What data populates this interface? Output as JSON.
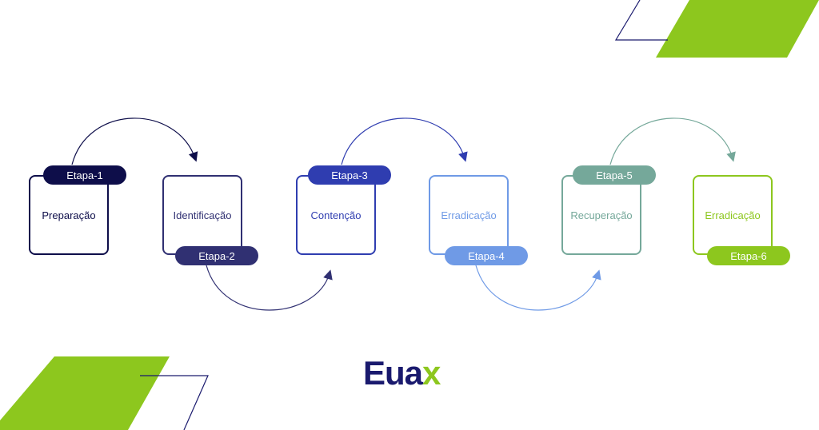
{
  "colors": {
    "green": "#8dc71e",
    "navy": "#1a1a6e"
  },
  "steps": [
    {
      "label": "Preparação",
      "tag": "Etapa-1",
      "color": "#0e0e4a",
      "text_color": "#0e0e4a"
    },
    {
      "label": "Identificação",
      "tag": "Etapa-2",
      "color": "#303072",
      "text_color": "#303072"
    },
    {
      "label": "Contenção",
      "tag": "Etapa-3",
      "color": "#2f3db0",
      "text_color": "#2f3db0"
    },
    {
      "label": "Erradicação",
      "tag": "Etapa-4",
      "color": "#6f9ae6",
      "text_color": "#6f9ae6"
    },
    {
      "label": "Recuperação",
      "tag": "Etapa-5",
      "color": "#75a89a",
      "text_color": "#75a89a"
    },
    {
      "label": "Erradicação",
      "tag": "Etapa-6",
      "color": "#8dc71e",
      "text_color": "#8dc71e"
    }
  ],
  "logo": {
    "main": "Eua",
    "accent": "x"
  }
}
